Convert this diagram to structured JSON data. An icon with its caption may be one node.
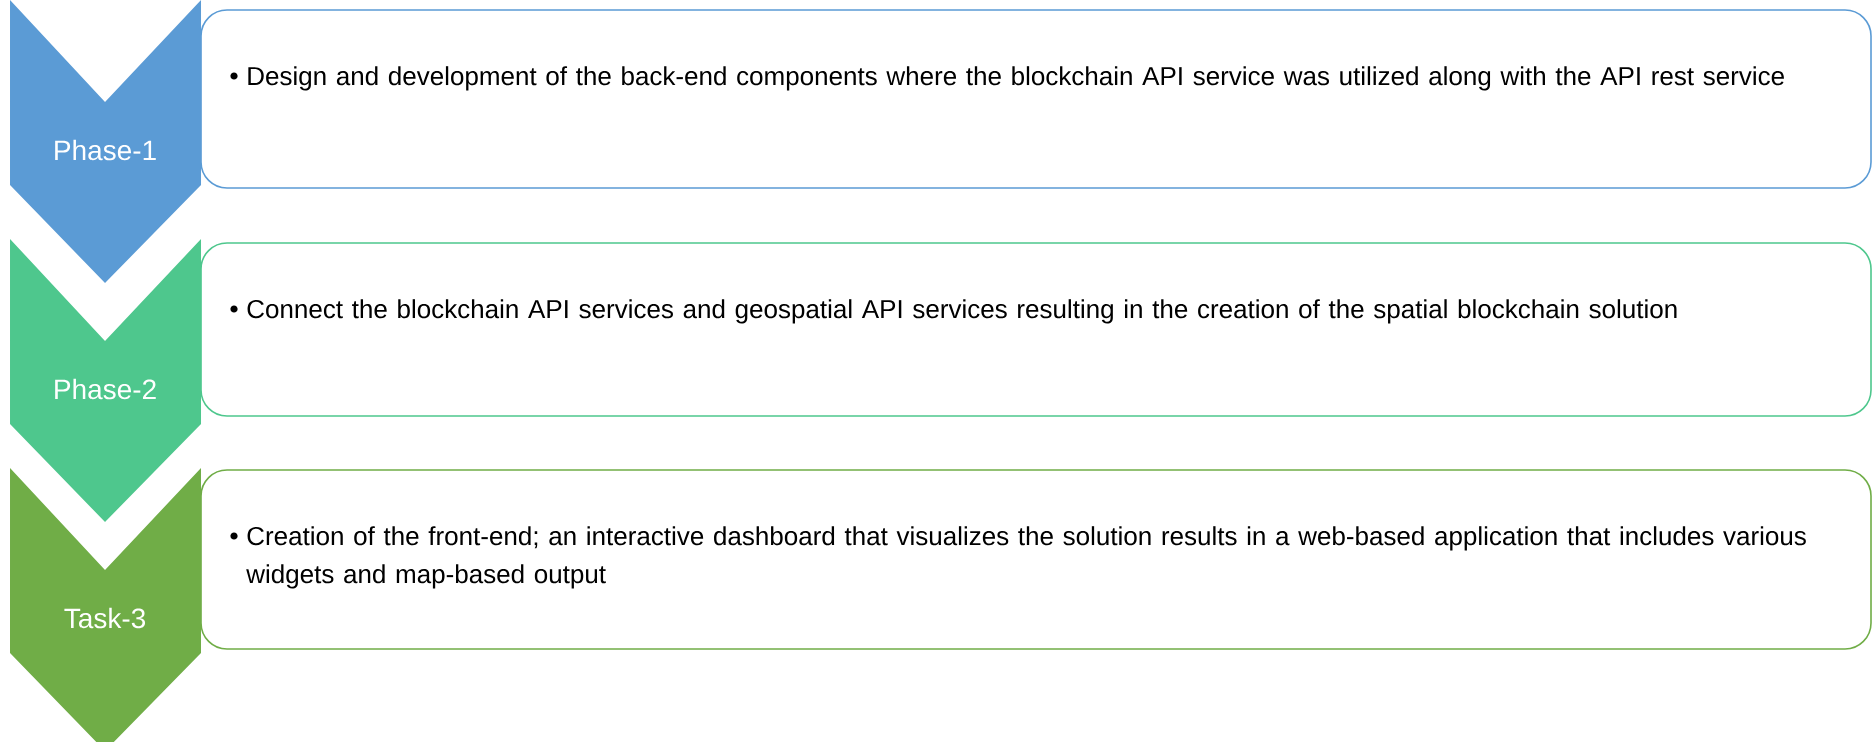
{
  "diagram": {
    "nodes": [
      {
        "text": [
          "Phase-1"
        ]
      },
      {
        "text": [
          "Design and development of the back-end components where the blockchain API service was utilized along with the API rest service"
        ]
      },
      {
        "text": [
          "Phase-2"
        ]
      },
      {
        "text": [
          "Connect the blockchain API services and geospatial API services resulting in the creation of the spatial blockchain solution"
        ]
      },
      {
        "text": [
          "Task-3"
        ]
      },
      {
        "text": [
          "Creation of the front-end; an interactive dashboard that visualizes the solution results in a web-based application that includes various widgets and map-based output"
        ]
      }
    ]
  }
}
